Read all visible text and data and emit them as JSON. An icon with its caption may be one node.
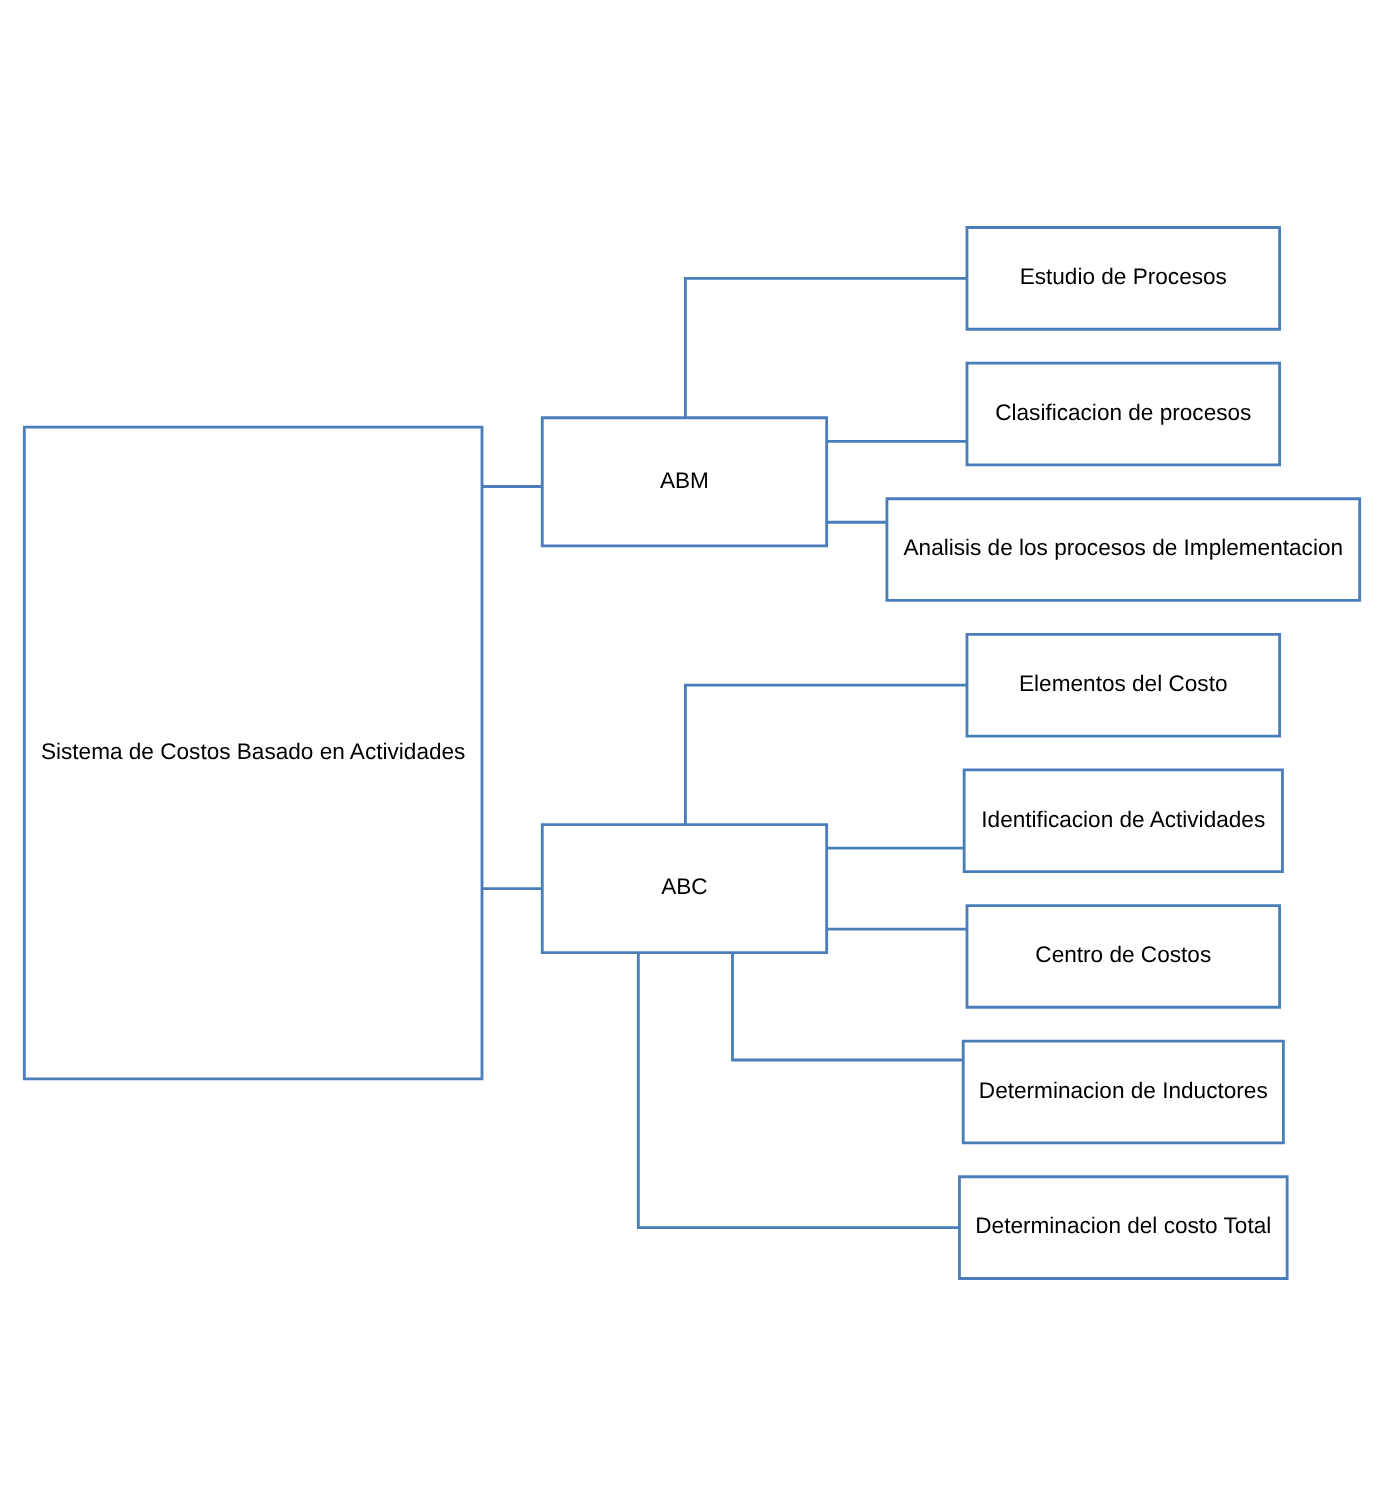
{
  "diagram": {
    "nodes": [
      {
        "text": [
          "Sistema de Costos Basado en Actividades"
        ]
      },
      {
        "text": [
          "ABM"
        ]
      },
      {
        "text": [
          "ABC"
        ]
      },
      {
        "text": [
          "Estudio de Procesos"
        ]
      },
      {
        "text": [
          "Clasificacion de procesos"
        ]
      },
      {
        "text": [
          "Analisis de los procesos de Implementacion"
        ]
      },
      {
        "text": [
          "Elementos del Costo"
        ]
      },
      {
        "text": [
          "Identificacion de Actividades"
        ]
      },
      {
        "text": [
          "Centro de Costos"
        ]
      },
      {
        "text": [
          "Determinacion de Inductores"
        ]
      },
      {
        "text": [
          "Determinacion del costo Total"
        ]
      }
    ],
    "edges": [
      {
        "from": 0,
        "to": 1,
        "arrow": "none"
      },
      {
        "from": 0,
        "to": 2,
        "arrow": "none"
      },
      {
        "from": 1,
        "to": 3,
        "arrow": "none"
      },
      {
        "from": 1,
        "to": 4,
        "arrow": "none"
      },
      {
        "from": 1,
        "to": 5,
        "arrow": "none"
      },
      {
        "from": 2,
        "to": 6,
        "arrow": "none"
      },
      {
        "from": 2,
        "to": 7,
        "arrow": "none"
      },
      {
        "from": 2,
        "to": 8,
        "arrow": "none"
      },
      {
        "from": 2,
        "to": 9,
        "arrow": "none"
      },
      {
        "from": 2,
        "to": 10,
        "arrow": "none"
      }
    ]
  }
}
